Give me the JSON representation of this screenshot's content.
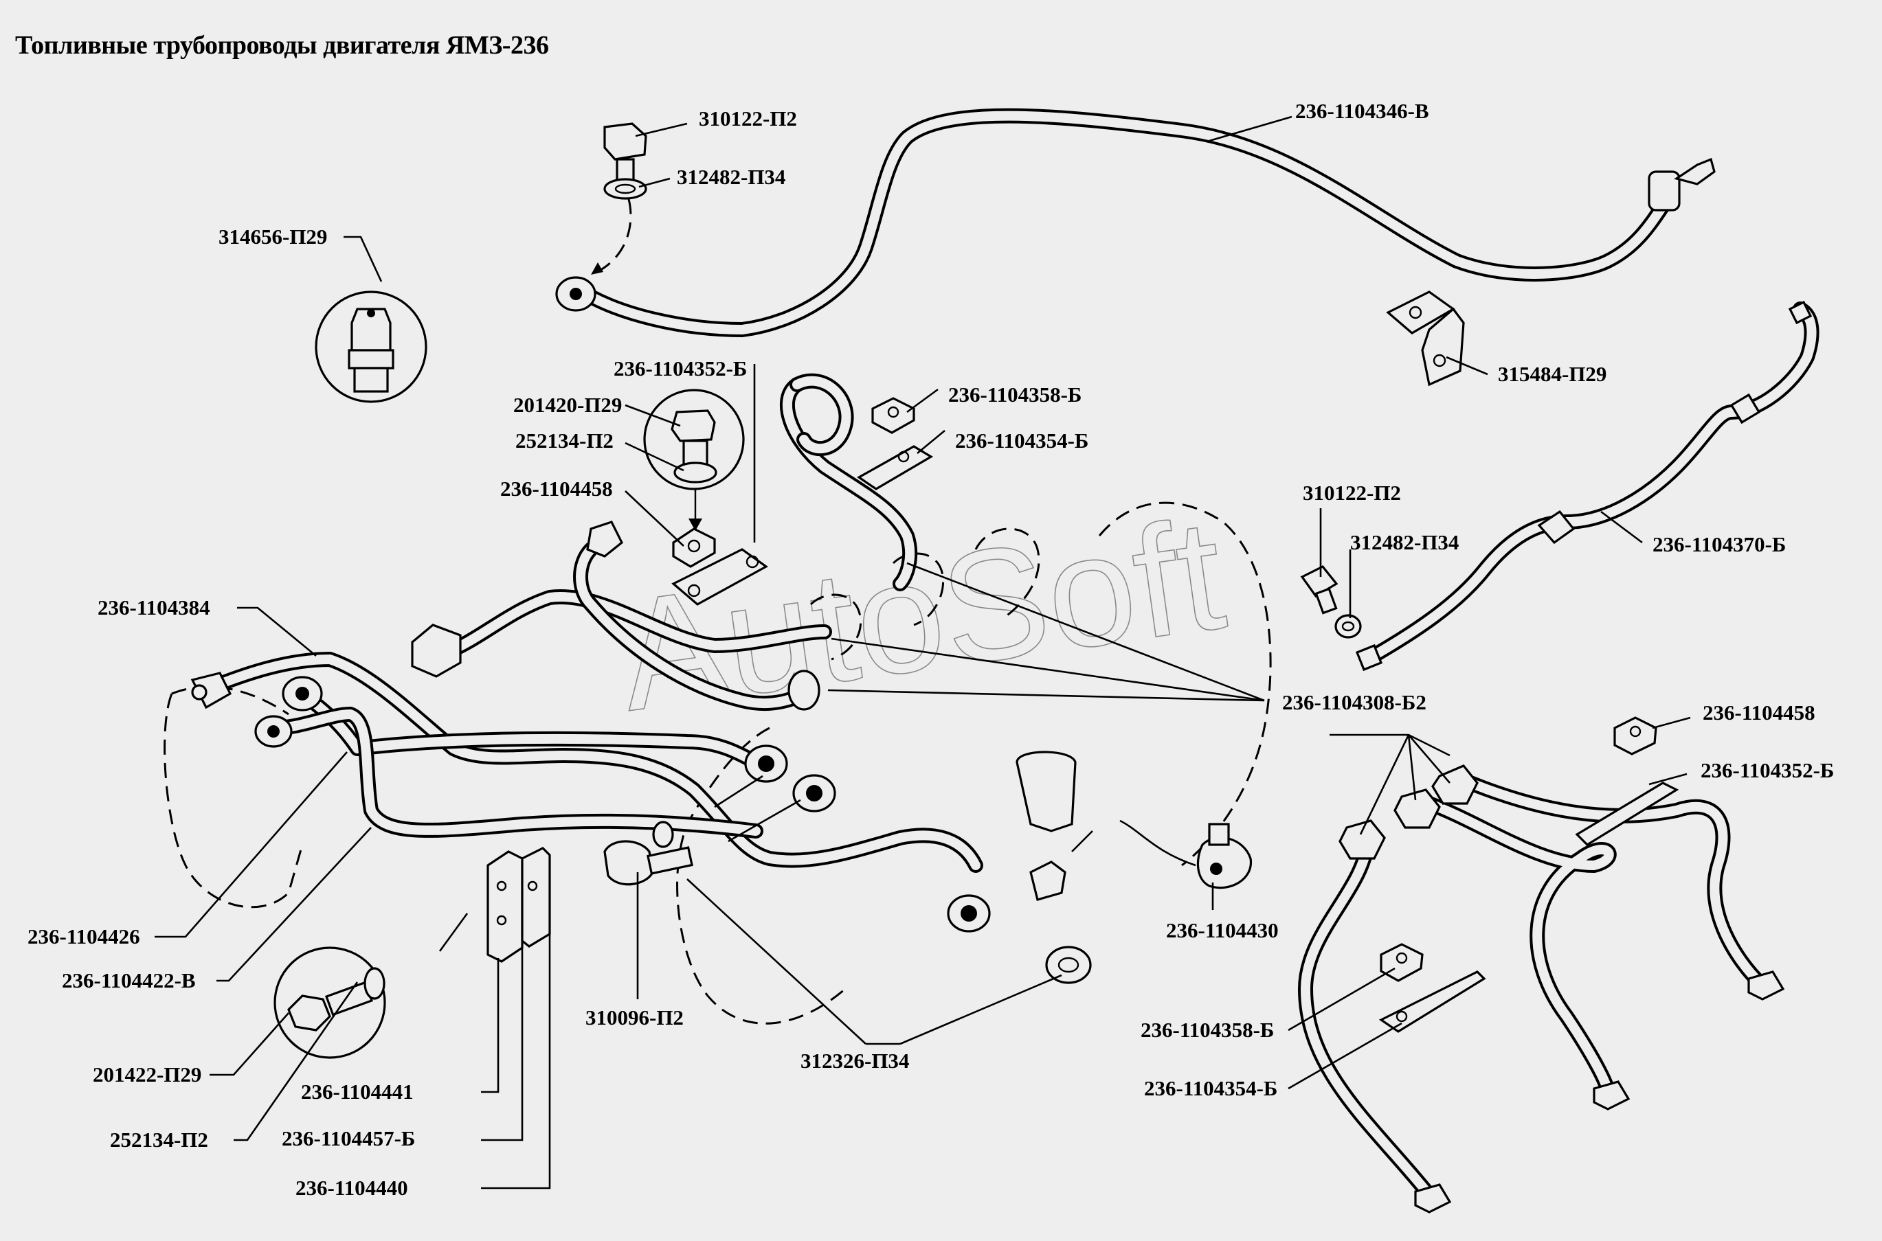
{
  "title": "Топливные трубопроводы двигателя ЯМЗ-236",
  "watermark": "AutoSoft",
  "labels": {
    "l_236_1104346_V": "236-1104346-В",
    "l_310122_P2_top": "310122-П2",
    "l_312482_P34_top": "312482-П34",
    "l_314656_P29": "314656-П29",
    "l_315484_P29": "315484-П29",
    "l_236_1104352_B_top": "236-1104352-Б",
    "l_201420_P29": "201420-П29",
    "l_252134_P2_top": "252134-П2",
    "l_236_1104458_top": "236-1104458",
    "l_236_1104358_B_top": "236-1104358-Б",
    "l_236_1104354_B_top": "236-1104354-Б",
    "l_310122_P2_right": "310122-П2",
    "l_312482_P34_right": "312482-П34",
    "l_236_1104370_B": "236-1104370-Б",
    "l_236_1104384": "236-1104384",
    "l_236_1104308_B2": "236-1104308-Б2",
    "l_236_1104458_right": "236-1104458",
    "l_236_1104352_B_right": "236-1104352-Б",
    "l_236_1104426": "236-1104426",
    "l_236_1104422_V": "236-1104422-В",
    "l_236_1104430": "236-1104430",
    "l_310096_P2": "310096-П2",
    "l_312326_P34": "312326-П34",
    "l_201422_P29": "201422-П29",
    "l_252134_P2_bottom": "252134-П2",
    "l_236_1104441": "236-1104441",
    "l_236_1104457_B": "236-1104457-Б",
    "l_236_1104440": "236-1104440",
    "l_236_1104358_B_bottom": "236-1104358-Б",
    "l_236_1104354_B_bottom": "236-1104354-Б"
  },
  "colors": {
    "background": "#eeeeee",
    "ink": "#000000",
    "watermark": "#8a8a8a"
  }
}
